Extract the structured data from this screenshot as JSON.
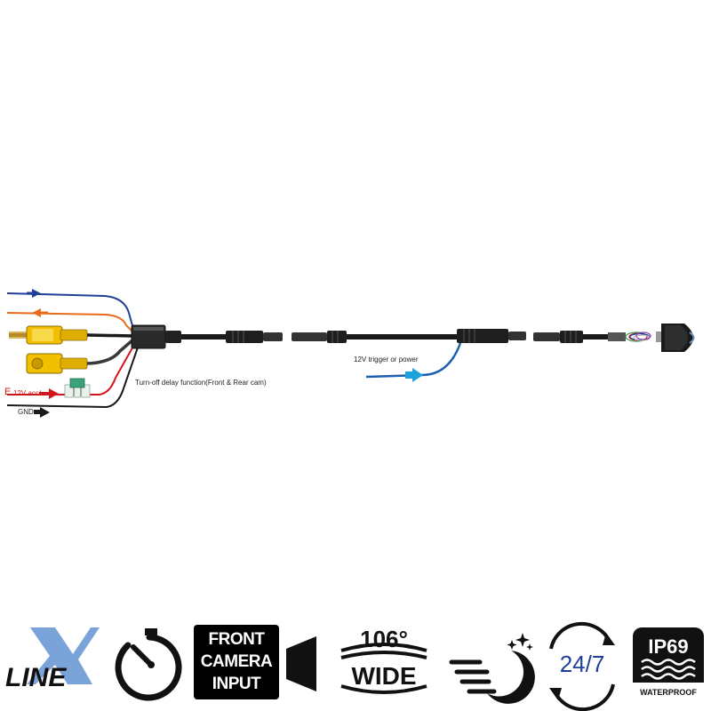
{
  "diagram": {
    "labels": {
      "turn_off_delay": "Turn-off delay function(Front & Rear cam)",
      "trigger_power": "12V  trigger or power",
      "acc_prefix": "E",
      "acc": "12V acc/",
      "gnd": "GND"
    },
    "colors": {
      "cable": "#1a1a1a",
      "blue_wire": "#1f3f9a",
      "orange_wire": "#e96b1c",
      "red_wire": "#d0161b",
      "rca_yellow": "#f2c000",
      "trigger_blue": "#1b5fb0",
      "arrow_cyan": "#1ea2dc"
    }
  },
  "features": {
    "logo_text": "LINE",
    "front_camera": [
      "FRONT",
      "CAMERA",
      "INPUT"
    ],
    "angle_value": "106°",
    "angle_word": "WIDE",
    "hours": "24/7",
    "ip_rating": "IP69",
    "waterproof": "WATERPROOF",
    "icon_names": [
      "xline-logo-icon",
      "timer-icon",
      "front-camera-icon",
      "wide-angle-icon",
      "night-vision-icon",
      "24-7-icon",
      "waterproof-icon"
    ]
  }
}
